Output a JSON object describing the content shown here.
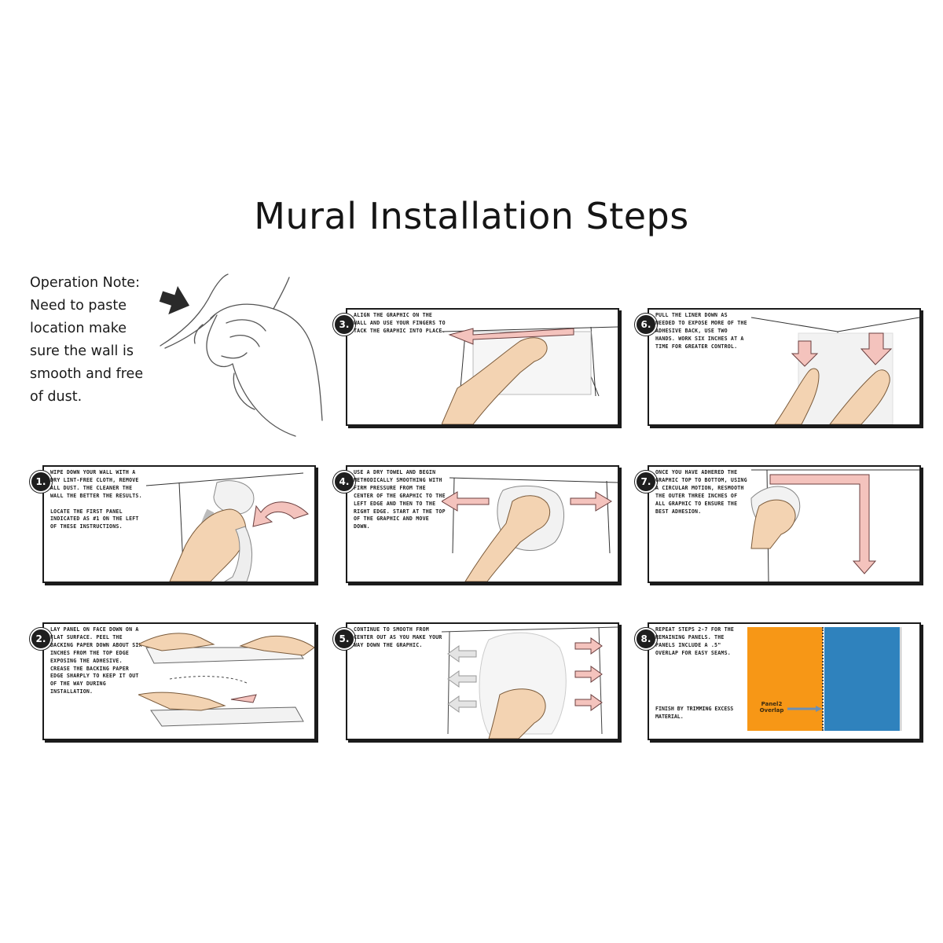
{
  "title": "Mural Installation Steps",
  "note": {
    "lines": [
      "Operation Note:",
      "Need to paste",
      "location make",
      "sure the wall is",
      "smooth and free",
      "of dust."
    ]
  },
  "steps": [
    {
      "num": "1.",
      "text": "Wipe down your wall with a dry lint-free cloth, remove all dust. The cleaner the wall the better the results.\n\nLocate the first panel indicated as #1 on the left of these instructions."
    },
    {
      "num": "2.",
      "text": "Lay panel on face down on a flat surface. Peel the backing paper down about six inches from the top edge exposing the adhesive.\nCrease the backing paper edge sharply to keep it out of the way during installation."
    },
    {
      "num": "3.",
      "text": "Align the graphic on the wall and use your fingers to tack the graphic into place."
    },
    {
      "num": "4.",
      "text": "Use a dry towel and begin methodically smoothing with firm pressure from the center of the graphic to the left edge and then to the right edge. Start at the top of the graphic and move down."
    },
    {
      "num": "5.",
      "text": "Continue to smooth from center out as you make your way down the graphic."
    },
    {
      "num": "6.",
      "text": "Pull the liner down as needed to expose more of the adhesive back, use two hands. Work six inches at a time for greater control."
    },
    {
      "num": "7.",
      "text": "Once you have adhered the graphic top to bottom, using a circular motion, resmooth the outer three inches of all graphic to ensure the best adhesion."
    },
    {
      "num": "8.",
      "text": "Repeat steps 2-7 for the remaining panels. The panels include a .5\" overlap for easy seams.",
      "finish": "Finish by trimming excess material.",
      "label": "Panel2 Overlap"
    }
  ],
  "colors": {
    "orange": "#f79716",
    "blue": "#2f82bd",
    "ink": "#1b1b1b"
  }
}
